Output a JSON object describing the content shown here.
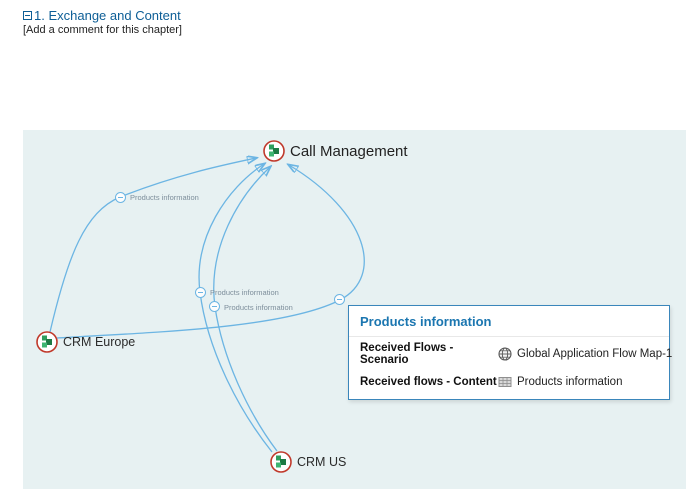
{
  "header": {
    "chapter_title": "1. Exchange and Content",
    "comment_link": "[Add a comment for this chapter]"
  },
  "diagram": {
    "nodes": {
      "call_management": {
        "label": "Call Management"
      },
      "crm_europe": {
        "label": "CRM Europe"
      },
      "crm_us": {
        "label": "CRM US"
      }
    },
    "edge_labels": {
      "a": "Products information",
      "b": "Products information",
      "c": "Products information"
    },
    "colors": {
      "canvas_bg": "#e7f1f2",
      "edge_blue": "#6cb5e3",
      "node_ring_red": "#c0392b",
      "node_green": "#2f9e5f",
      "node_green_dark": "#1d7a44",
      "title_blue": "#0d5e96",
      "tooltip_border": "#3a86bb",
      "tooltip_title_blue": "#1b76b0"
    }
  },
  "tooltip": {
    "title": "Products information",
    "rows": [
      {
        "label": "Received Flows - Scenario",
        "icon": "globe-icon",
        "value": "Global Application Flow Map-1"
      },
      {
        "label": "Received flows - Content",
        "icon": "content-grid-icon",
        "value": "Products information"
      }
    ]
  }
}
